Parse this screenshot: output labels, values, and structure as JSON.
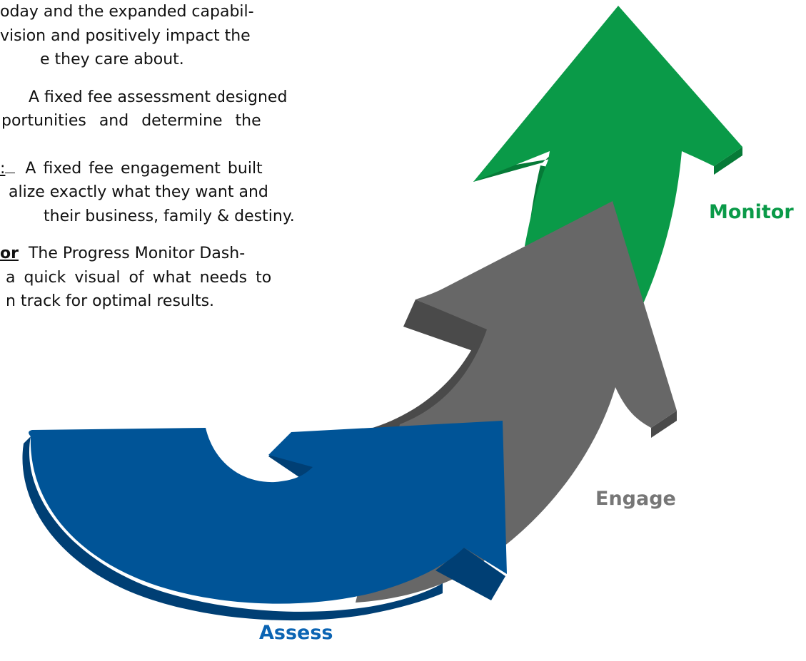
{
  "text": {
    "p1": [
      "oday and the expanded capabil-",
      "vision and positively impact the",
      "e they care about."
    ],
    "p2": [
      "A fixed fee assessment designed",
      "portunities and determine the"
    ],
    "p3_prefix": ":",
    "p3": [
      "A fixed fee engagement built",
      "alize exactly what they want and",
      "their business, family & destiny."
    ],
    "p4_prefix": "or",
    "p4": [
      "The Progress Monitor Dash-",
      "a quick visual of what needs to",
      "n track for optimal results."
    ]
  },
  "diagram": {
    "labels": {
      "monitor": "Monitor",
      "engage": "Engage",
      "assess": "Assess"
    },
    "colors": {
      "monitor": "#0a9a48",
      "monitor_dark": "#067a37",
      "engage": "#676767",
      "engage_dark": "#4a4a4a",
      "engage_label": "#767676",
      "assess": "#005497",
      "assess_dark": "#003f74",
      "assess_label": "#0b64b3"
    }
  }
}
